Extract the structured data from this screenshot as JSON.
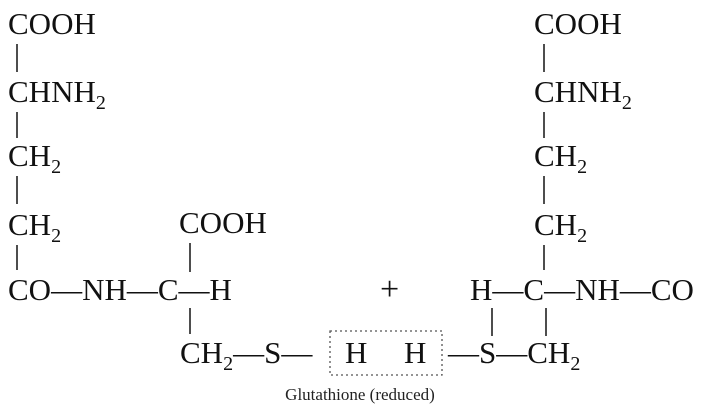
{
  "left_chain": {
    "cooh": "COOH",
    "ch": "CHNH",
    "nh_sub": "2",
    "ch2_a": "CH",
    "ch2_a_sub": "2",
    "ch2_b": "CH",
    "ch2_b_sub": "2",
    "co_nh": "CO—NH—C—H"
  },
  "middle": {
    "cooh": "COOH",
    "ch2": "CH",
    "ch2_sub": "2",
    "s": "—S—",
    "h_left": "H",
    "h_right": "H"
  },
  "plus": "+",
  "right_chain": {
    "cooh": "COOH",
    "ch": "CHNH",
    "nh_sub": "2",
    "ch2_a": "CH",
    "ch2_a_sub": "2",
    "ch2_b": "CH",
    "ch2_b_sub": "2",
    "h_c_nh_co": "H—C—NH—CO",
    "s_ch2": "—S—CH",
    "s_ch2_sub": "2"
  },
  "caption": "Glutathione (reduced)"
}
